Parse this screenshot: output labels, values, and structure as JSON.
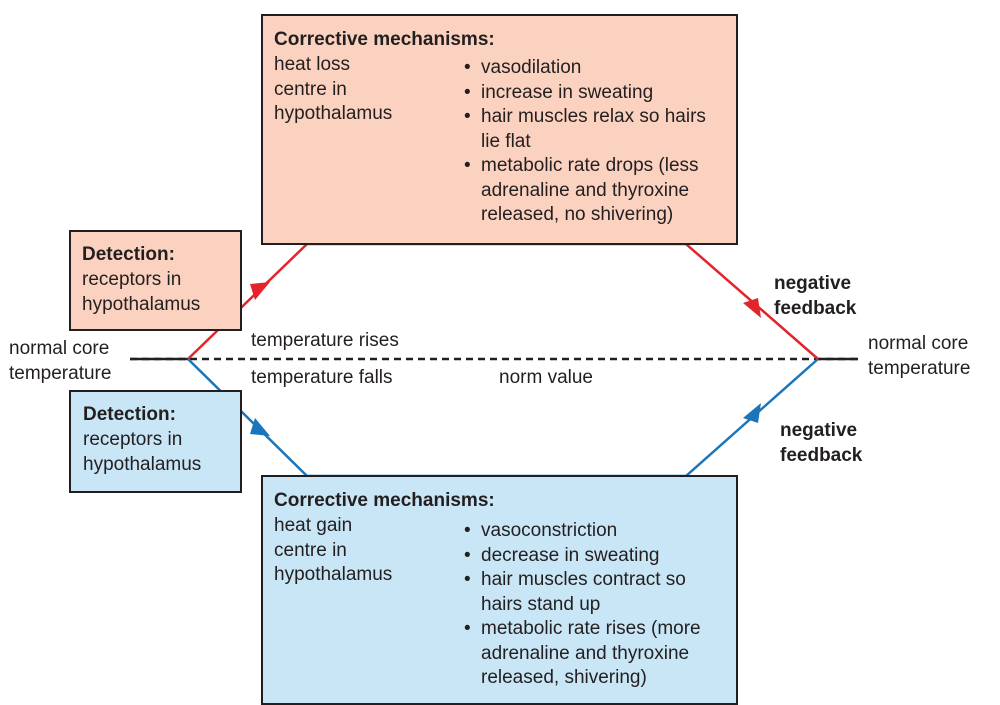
{
  "top_box": {
    "heading": "Corrective mechanisms:",
    "centre": "heat loss\ncentre in\nhypothalamus",
    "mechanisms": [
      "vasodilation",
      "increase in sweating",
      "hair muscles relax so hairs\nlie flat",
      "metabolic rate drops (less\nadrenaline and thyroxine\nreleased, no shivering)"
    ]
  },
  "bottom_box": {
    "heading": "Corrective mechanisms:",
    "centre": "heat gain\ncentre in\nhypothalamus",
    "mechanisms": [
      "vasoconstriction",
      "decrease in sweating",
      "hair muscles contract so\nhairs stand up",
      "metabolic rate rises (more\nadrenaline and thyroxine\nreleased, shivering)"
    ]
  },
  "detection_top": {
    "heading": "Detection:",
    "text": "receptors in\nhypothalamus"
  },
  "detection_bottom": {
    "heading": "Detection:",
    "text": "receptors in\nhypothalamus"
  },
  "left_label": "normal core\ntemperature",
  "right_label": "normal core\ntemperature",
  "rise_label": "temperature rises",
  "fall_label": "temperature falls",
  "norm_label": "norm value",
  "feedback_top": "negative\nfeedback",
  "feedback_bottom": "negative\nfeedback",
  "bullet_char": "•",
  "colors": {
    "warm_fill": "#fbd2bf",
    "cool_fill": "#c8e6f6",
    "red_path": "#e3242b",
    "blue_path": "#1a75bb",
    "outline": "#231f20"
  }
}
